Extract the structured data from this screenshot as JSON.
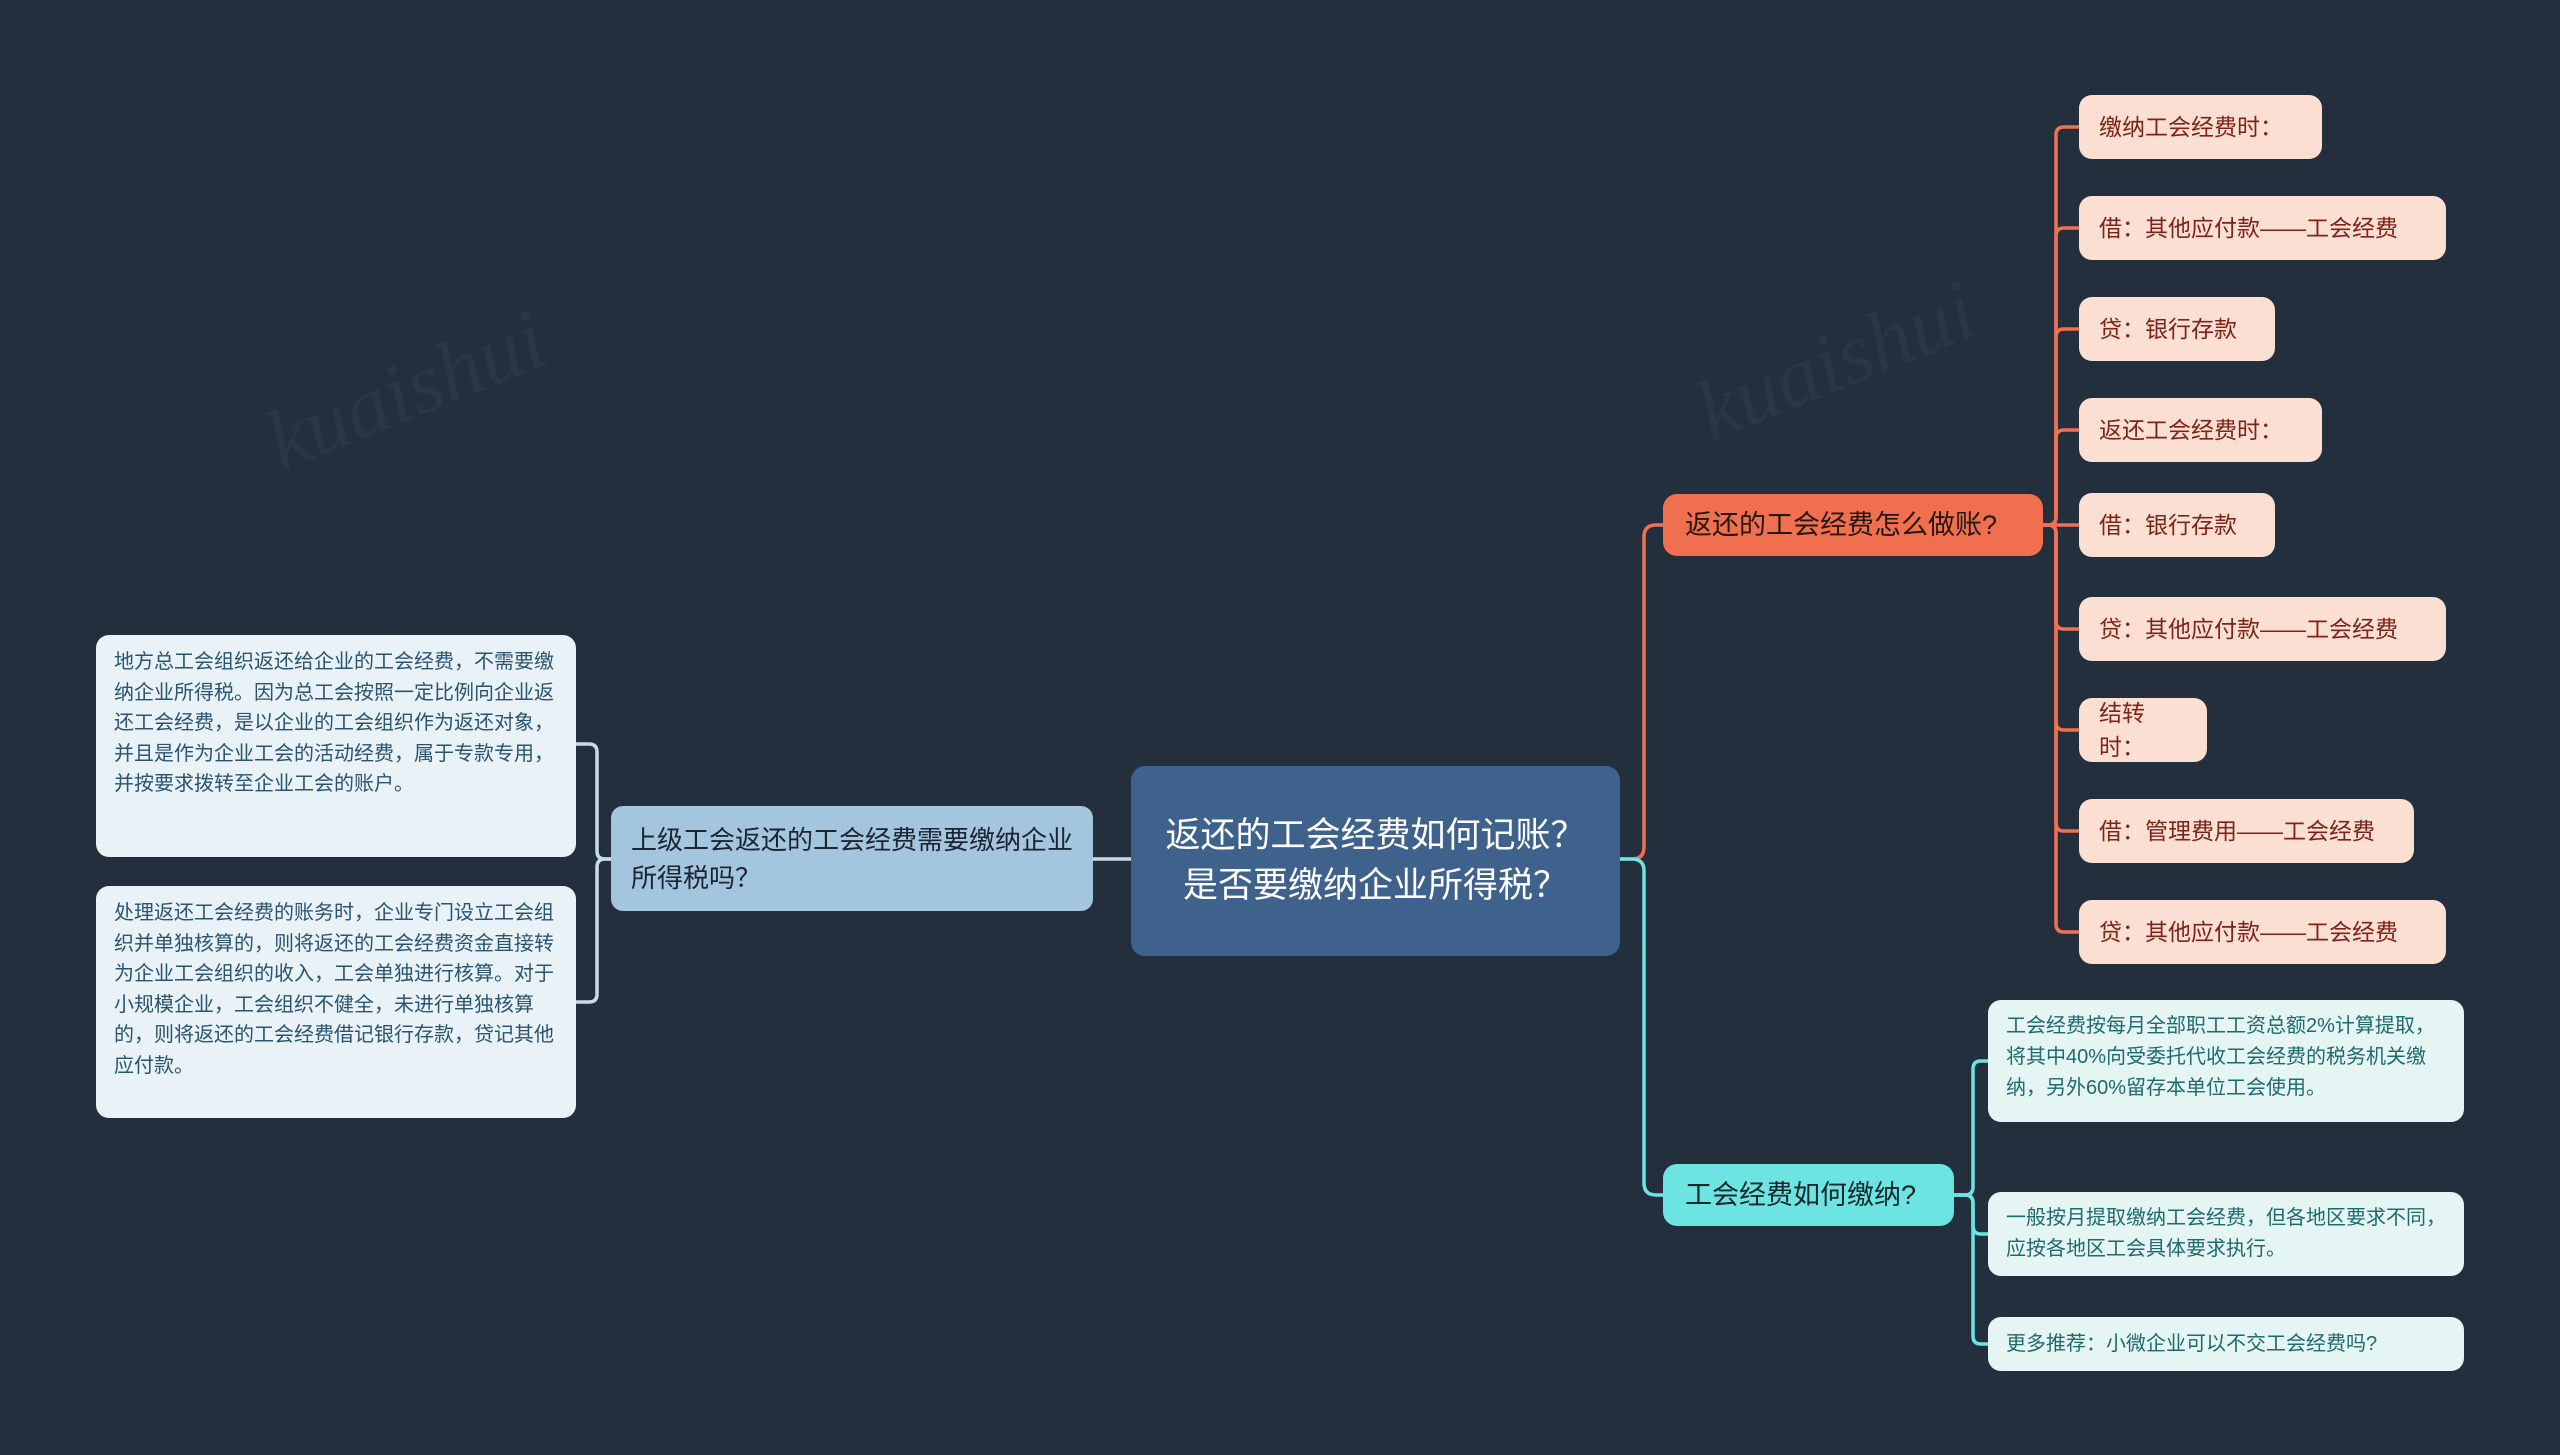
{
  "theme": {
    "background": "#242f3e",
    "root_fill": "#3f628c",
    "root_text": "#ffffff",
    "branch_left_fill": "#a3c5de",
    "branch_orange_fill": "#ef6f4f",
    "branch_teal_fill": "#6ce4e2",
    "leaf_left_fill": "#e9f2f7",
    "leaf_left_text": "#2a5470",
    "leaf_orange_fill": "#fbdfd3",
    "leaf_orange_text": "#7d2417",
    "leaf_teal_fill": "#e4f5f3",
    "leaf_teal_text": "#1f6a6b",
    "link_left": "#c6dcea",
    "link_orange": "#ef7152",
    "link_teal": "#6ce4e2"
  },
  "mindmap": {
    "root": {
      "label": "返还的工会经费如何记账？是否要缴纳企业所得税？"
    },
    "branches": [
      {
        "id": "left",
        "label": "上级工会返还的工会经费需要缴纳企业所得税吗？",
        "side": "left",
        "children": [
          {
            "label": "地方总工会组织返还给企业的工会经费，不需要缴纳企业所得税。因为总工会按照一定比例向企业返还工会经费，是以企业的工会组织作为返还对象，并且是作为企业工会的活动经费，属于专款专用，并按要求拨转至企业工会的账户。"
          },
          {
            "label": "处理返还工会经费的账务时，企业专门设立工会组织并单独核算的，则将返还的工会经费资金直接转为企业工会组织的收入，工会单独进行核算。对于小规模企业，工会组织不健全，未进行单独核算的，则将返还的工会经费借记银行存款，贷记其他应付款。"
          }
        ]
      },
      {
        "id": "orange",
        "label": "返还的工会经费怎么做账?",
        "side": "right",
        "children": [
          {
            "label": "缴纳工会经费时："
          },
          {
            "label": "借：其他应付款——工会经费"
          },
          {
            "label": "贷：银行存款"
          },
          {
            "label": "返还工会经费时："
          },
          {
            "label": "借：银行存款"
          },
          {
            "label": "贷：其他应付款——工会经费"
          },
          {
            "label": "结转时："
          },
          {
            "label": "借：管理费用——工会经费"
          },
          {
            "label": "贷：其他应付款——工会经费"
          }
        ]
      },
      {
        "id": "teal",
        "label": "工会经费如何缴纳?",
        "side": "right",
        "children": [
          {
            "label": "工会经费按每月全部职工工资总额2%计算提取，将其中40%向受委托代收工会经费的税务机关缴纳，另外60%留存本单位工会使用。"
          },
          {
            "label": "一般按月提取缴纳工会经费，但各地区要求不同，应按各地区工会具体要求执行。"
          },
          {
            "label": "更多推荐：小微企业可以不交工会经费吗?"
          }
        ]
      }
    ]
  },
  "watermarks": [
    {
      "text": "kuaishui"
    },
    {
      "text": "kuaishui"
    }
  ]
}
